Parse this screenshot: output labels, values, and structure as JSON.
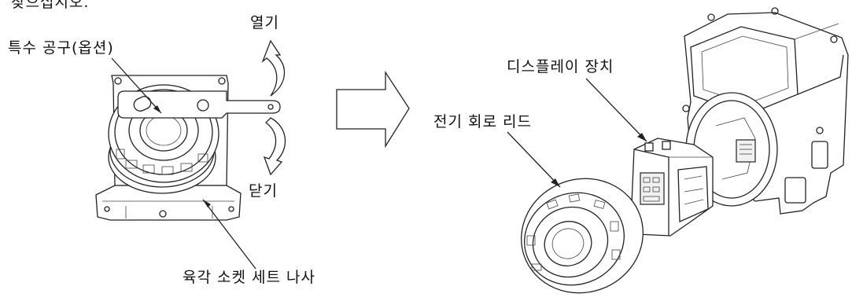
{
  "labels": {
    "top_text": "찾으십시오.",
    "special_tool": "특수 공구(옵션)",
    "open": "열기",
    "close": "닫기",
    "hex_screw": "육각 소켓 세트 나사",
    "display_unit": "디스플레이 장치",
    "circuit_lead": "전기 회로 리드"
  },
  "colors": {
    "line": "#222222",
    "background": "#ffffff"
  },
  "icons": [
    "rotate-open-arrow-icon",
    "rotate-close-arrow-icon",
    "transition-arrow-icon",
    "pointer-arrow-icon"
  ]
}
